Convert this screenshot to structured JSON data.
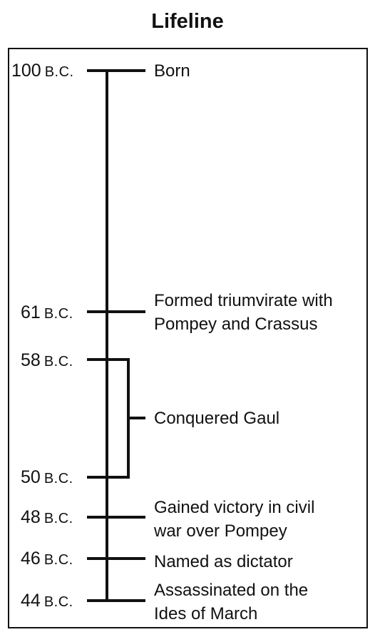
{
  "title": "Lifeline",
  "events": [
    {
      "num": "100",
      "era": "B.C.",
      "label": [
        "Born"
      ]
    },
    {
      "num": "61",
      "era": "B.C.",
      "label": [
        "Formed triumvirate with",
        "Pompey and Crassus"
      ]
    },
    {
      "num": "58",
      "era": "B.C.",
      "label": []
    },
    {
      "num": "50",
      "era": "B.C.",
      "label": []
    },
    {
      "num": "48",
      "era": "B.C.",
      "label": [
        "Gained victory in civil",
        "war over Pompey"
      ]
    },
    {
      "num": "46",
      "era": "B.C.",
      "label": [
        "Named as dictator"
      ]
    },
    {
      "num": "44",
      "era": "B.C.",
      "label": [
        "Assassinated on the",
        "Ides of March"
      ]
    }
  ],
  "bracket": {
    "label": "Conquered Gaul"
  },
  "colors": {
    "ink": "#111111"
  }
}
